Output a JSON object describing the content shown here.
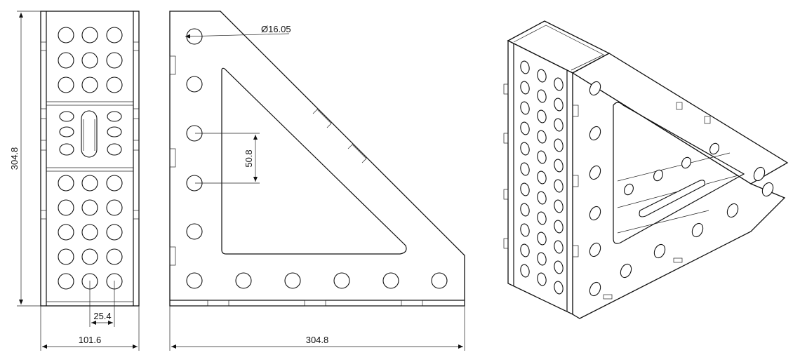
{
  "dimensions": {
    "front_height": "304.8",
    "front_width": "101.6",
    "hole_pitch_horizontal": "25.4",
    "side_width": "304.8",
    "hole_diameter": "Ø16.05",
    "hole_pitch_vertical": "50.8"
  },
  "colors": {
    "line": "#111111",
    "background": "#ffffff"
  }
}
